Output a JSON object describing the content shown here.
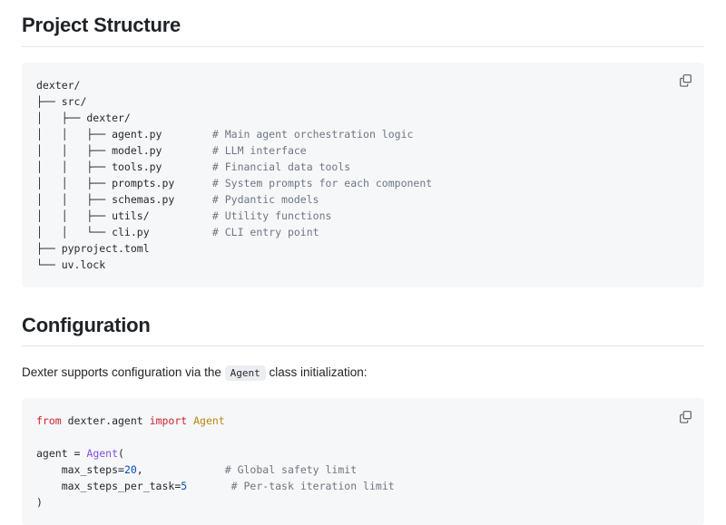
{
  "sections": [
    {
      "heading": "Project Structure",
      "code_lines": [
        "dexter/",
        "├── src/",
        "│   ├── dexter/",
        "│   │   ├── agent.py        # Main agent orchestration logic",
        "│   │   ├── model.py        # LLM interface",
        "│   │   ├── tools.py        # Financial data tools",
        "│   │   ├── prompts.py      # System prompts for each component",
        "│   │   ├── schemas.py      # Pydantic models",
        "│   │   ├── utils/          # Utility functions",
        "│   │   └── cli.py          # CLI entry point",
        "├── pyproject.toml",
        "└── uv.lock"
      ],
      "copy_label": "Copy"
    },
    {
      "heading": "Configuration",
      "paragraph_before": "Dexter supports configuration via the ",
      "paragraph_inline_code": "Agent",
      "paragraph_after": " class initialization:",
      "copy_label": "Copy"
    }
  ],
  "config_code": {
    "lines": [
      [
        {
          "t": "from ",
          "c": "kw"
        },
        {
          "t": "dexter.agent ",
          "c": "plain"
        },
        {
          "t": "import ",
          "c": "kw"
        },
        {
          "t": "Agent",
          "c": "class"
        }
      ],
      [
        {
          "t": "",
          "c": "plain"
        }
      ],
      [
        {
          "t": "agent = ",
          "c": "plain"
        },
        {
          "t": "Agent",
          "c": "call"
        },
        {
          "t": "(",
          "c": "plain"
        }
      ],
      [
        {
          "t": "    max_steps=",
          "c": "plain"
        },
        {
          "t": "20",
          "c": "num"
        },
        {
          "t": ",             # Global safety limit",
          "c": "comment-mixed"
        }
      ],
      [
        {
          "t": "    max_steps_per_task=",
          "c": "plain"
        },
        {
          "t": "5",
          "c": "num"
        },
        {
          "t": "       # Per-task iteration limit",
          "c": "comment-mixed"
        }
      ],
      [
        {
          "t": ")",
          "c": "plain"
        }
      ]
    ]
  },
  "icons": {
    "copy": "copy-icon"
  },
  "colors": {
    "code_background": "#f6f7f9",
    "heading_rule": "#e3e5e8",
    "text": "#1f2328",
    "keyword": "#cf222e",
    "class_name": "#b8860b",
    "call_name": "#8250df",
    "number": "#0550ae",
    "comment": "#6e7781",
    "inline_code_background": "#eceef1"
  }
}
